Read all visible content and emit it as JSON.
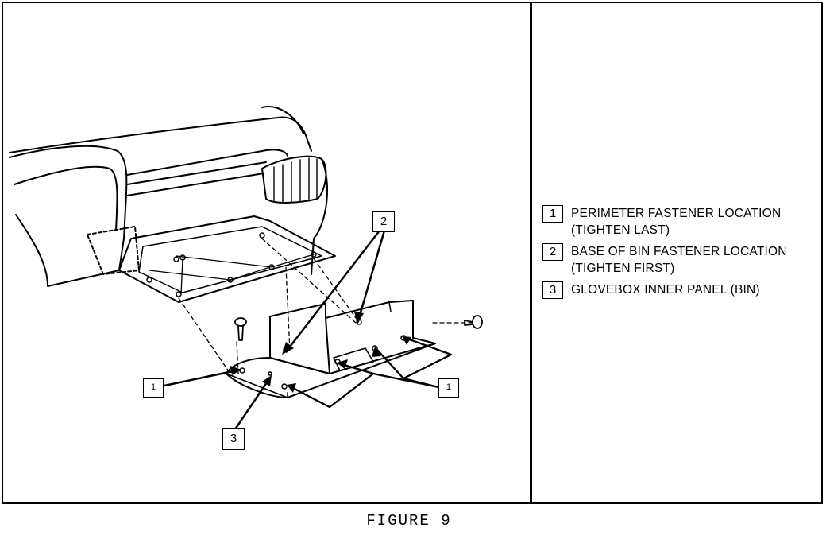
{
  "callouts": [
    {
      "id": "c1-left",
      "label": "1"
    },
    {
      "id": "c1-right",
      "label": "1"
    },
    {
      "id": "c2",
      "label": "2"
    },
    {
      "id": "c3",
      "label": "3"
    }
  ],
  "legend": [
    {
      "num": "1",
      "text": "PERIMETER FASTENER LOCATION",
      "sub": "(TIGHTEN LAST)"
    },
    {
      "num": "2",
      "text": "BASE OF BIN FASTENER LOCATION",
      "sub": "(TIGHTEN FIRST)"
    },
    {
      "num": "3",
      "text": "GLOVEBOX INNER PANEL (BIN)",
      "sub": ""
    }
  ],
  "caption": "FIGURE 9"
}
